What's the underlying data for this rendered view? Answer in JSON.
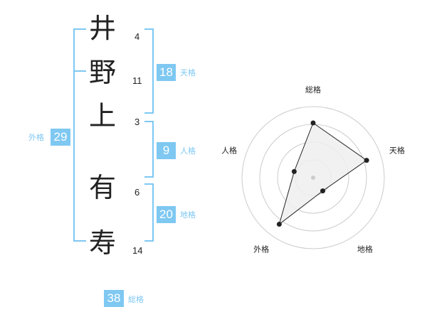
{
  "colors": {
    "accent": "#7ec8f2",
    "text": "#222222",
    "grid": "#cccccc",
    "fill": "#eeeeee"
  },
  "name": {
    "characters": [
      {
        "char": "井",
        "strokes": "4"
      },
      {
        "char": "野",
        "strokes": "11"
      },
      {
        "char": "上",
        "strokes": "3"
      },
      {
        "char": "有",
        "strokes": "6"
      },
      {
        "char": "寿",
        "strokes": "14"
      }
    ]
  },
  "fortunes": {
    "tenkaku": {
      "value": "18",
      "label": "天格"
    },
    "jinkaku": {
      "value": "9",
      "label": "人格"
    },
    "chikaku": {
      "value": "20",
      "label": "地格"
    },
    "gaikaku": {
      "value": "29",
      "label": "外格"
    },
    "soukaku": {
      "value": "38",
      "label": "総格"
    }
  },
  "chart_data": {
    "type": "radar",
    "axes": [
      "総格",
      "天格",
      "地格",
      "外格",
      "人格"
    ],
    "values": [
      0.77,
      0.79,
      0.23,
      0.81,
      0.28
    ],
    "rings": 4,
    "max": 1
  }
}
